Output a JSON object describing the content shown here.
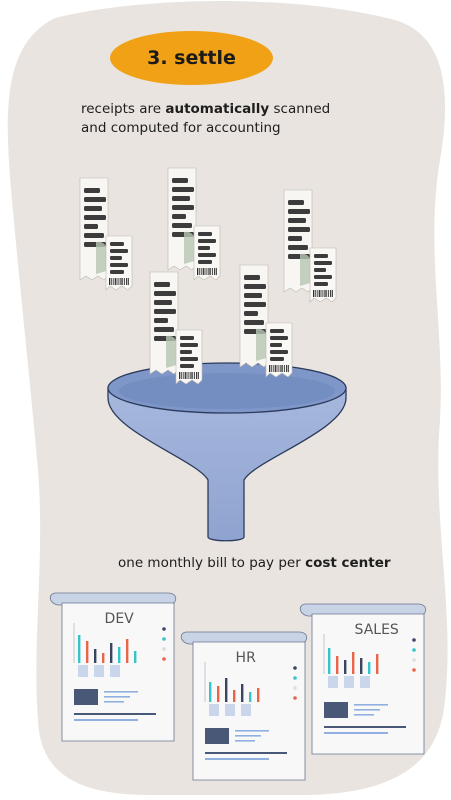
{
  "step": {
    "title": "3. settle"
  },
  "intro": {
    "part1": "receipts are ",
    "bold": "automatically",
    "part2": " scanned",
    "line2": "and computed for accounting"
  },
  "outro": {
    "part1": "one monthly bill to pay per ",
    "bold": "cost center"
  },
  "reports": [
    {
      "title": "DEV"
    },
    {
      "title": "HR"
    },
    {
      "title": "SALES"
    }
  ],
  "colors": {
    "background_blob": "#e9e4df",
    "accent_pill": "#f0a115",
    "funnel": "#9db0d8",
    "funnel_stroke": "#2b3b5c",
    "bar_red": "#e8654a",
    "bar_teal": "#35c4c9",
    "bar_navy": "#3a4660"
  },
  "icons": [
    "receipt-icon",
    "funnel-icon",
    "report-icon",
    "barcode-icon"
  ]
}
